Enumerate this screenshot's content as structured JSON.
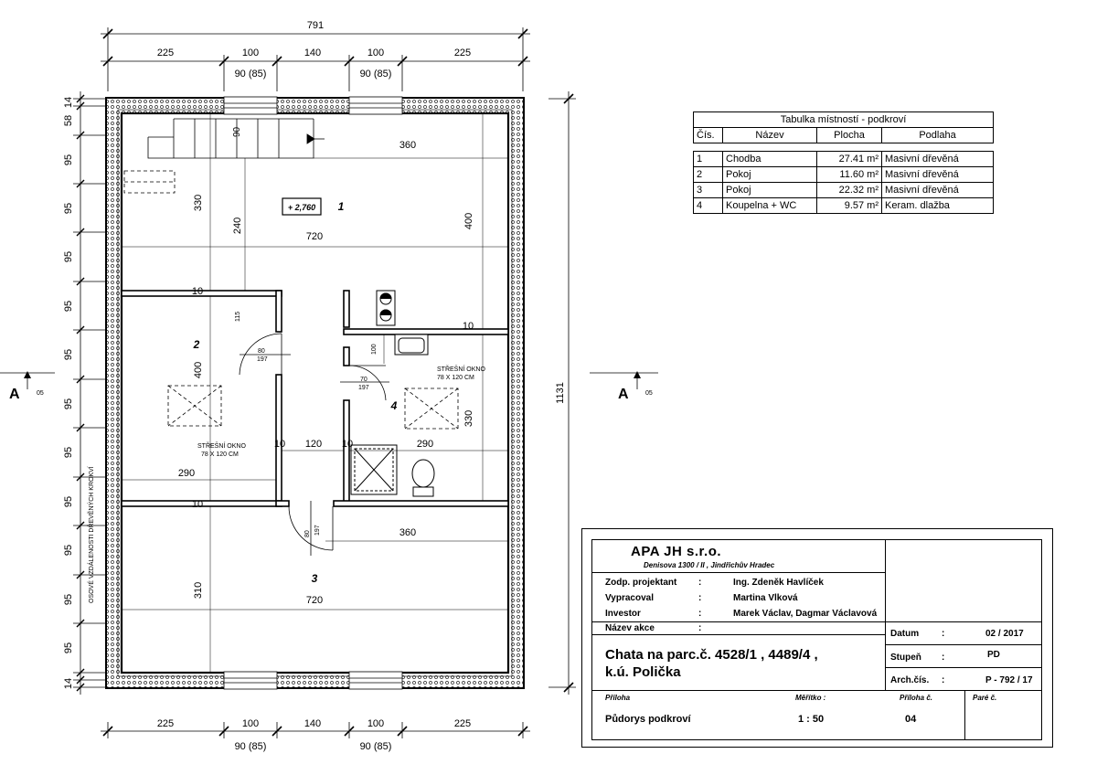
{
  "dimensions": {
    "total_width": "791",
    "segments": [
      "225",
      "100",
      "140",
      "100",
      "225"
    ],
    "window_sub": [
      "90 (85)",
      "90 (85)"
    ],
    "total_height": "1131",
    "left_segments": [
      "14",
      "58",
      "95",
      "95",
      "95",
      "95",
      "95",
      "95",
      "95",
      "95",
      "95",
      "95",
      "95",
      "14"
    ],
    "rafter_note": "OSOVÉ VZDÁLENOSTI DŘEVĚNÝCH KROKVÍ"
  },
  "section_marker": {
    "letter": "A",
    "sheet": "05"
  },
  "plan_labels": {
    "room1": "1",
    "room2": "2",
    "room3": "3",
    "room4": "4",
    "level": "+ 2,760",
    "stair_90": "90",
    "d360_top": "360",
    "d330": "330",
    "d240": "240",
    "d400_r": "400",
    "d720_top": "720",
    "d10_a": "10",
    "d10_b": "10",
    "d115": "115",
    "door_80": "80",
    "door_197": "197",
    "d400_l": "400",
    "d100": "100",
    "door4_70": "70",
    "door4_197": "197",
    "skylight_title": "STŘEŠNÍ OKNO",
    "skylight_size": "78 X 120 CM",
    "d330_r": "330",
    "d10_c": "10",
    "d120": "120",
    "d10_d": "10",
    "d290_r": "290",
    "d290_l": "290",
    "d10_e": "10",
    "door3_80": "80",
    "door3_197": "197",
    "d360_bot": "360",
    "d310": "310",
    "d720_bot": "720"
  },
  "room_table": {
    "title": "Tabulka místností - podkroví",
    "headers": [
      "Čís.",
      "Název",
      "Plocha",
      "Podlaha"
    ],
    "rows": [
      [
        "1",
        "Chodba",
        "27.41 m²",
        "Masivní dřevěná"
      ],
      [
        "2",
        "Pokoj",
        "11.60 m²",
        "Masivní dřevěná"
      ],
      [
        "3",
        "Pokoj",
        "22.32 m²",
        "Masivní dřevěná"
      ],
      [
        "4",
        "Koupelna + WC",
        "9.57 m²",
        "Keram. dlažba"
      ]
    ]
  },
  "title_block": {
    "company": "APA  JH   s.r.o.",
    "address": "Denisova  1300 / II ,  Jindřichův  Hradec",
    "rows": [
      {
        "label": "Zodp. projektant",
        "sep": ":",
        "value": "Ing. Zdeněk Havlíček"
      },
      {
        "label": "Vypracoval",
        "sep": ":",
        "value": "Martina Vlková"
      },
      {
        "label": "Investor",
        "sep": ":",
        "value": "Marek Václav, Dagmar Václavová"
      }
    ],
    "akce_label": "Název   akce",
    "akce_sep": ":",
    "project_line1": "Chata na parc.č. 4528/1 , 4489/4 ,",
    "project_line2": "k.ú. Polička",
    "datum_label": "Datum",
    "datum_sep": ":",
    "datum_value": "02 / 2017",
    "stupen_label": "Stupeň",
    "stupen_sep": ":",
    "stupen_value": "PD",
    "arch_label": "Arch.čís.",
    "arch_sep": ":",
    "arch_value": "P - 792 / 17",
    "priloha_label": "Příloha",
    "meritko_label": "Měřítko :",
    "priloha_c_label": "Příloha č.",
    "pare_label": "Paré č.",
    "drawing_name": "Půdorys podkroví",
    "scale": "1 : 50",
    "sheet_no": "04"
  }
}
